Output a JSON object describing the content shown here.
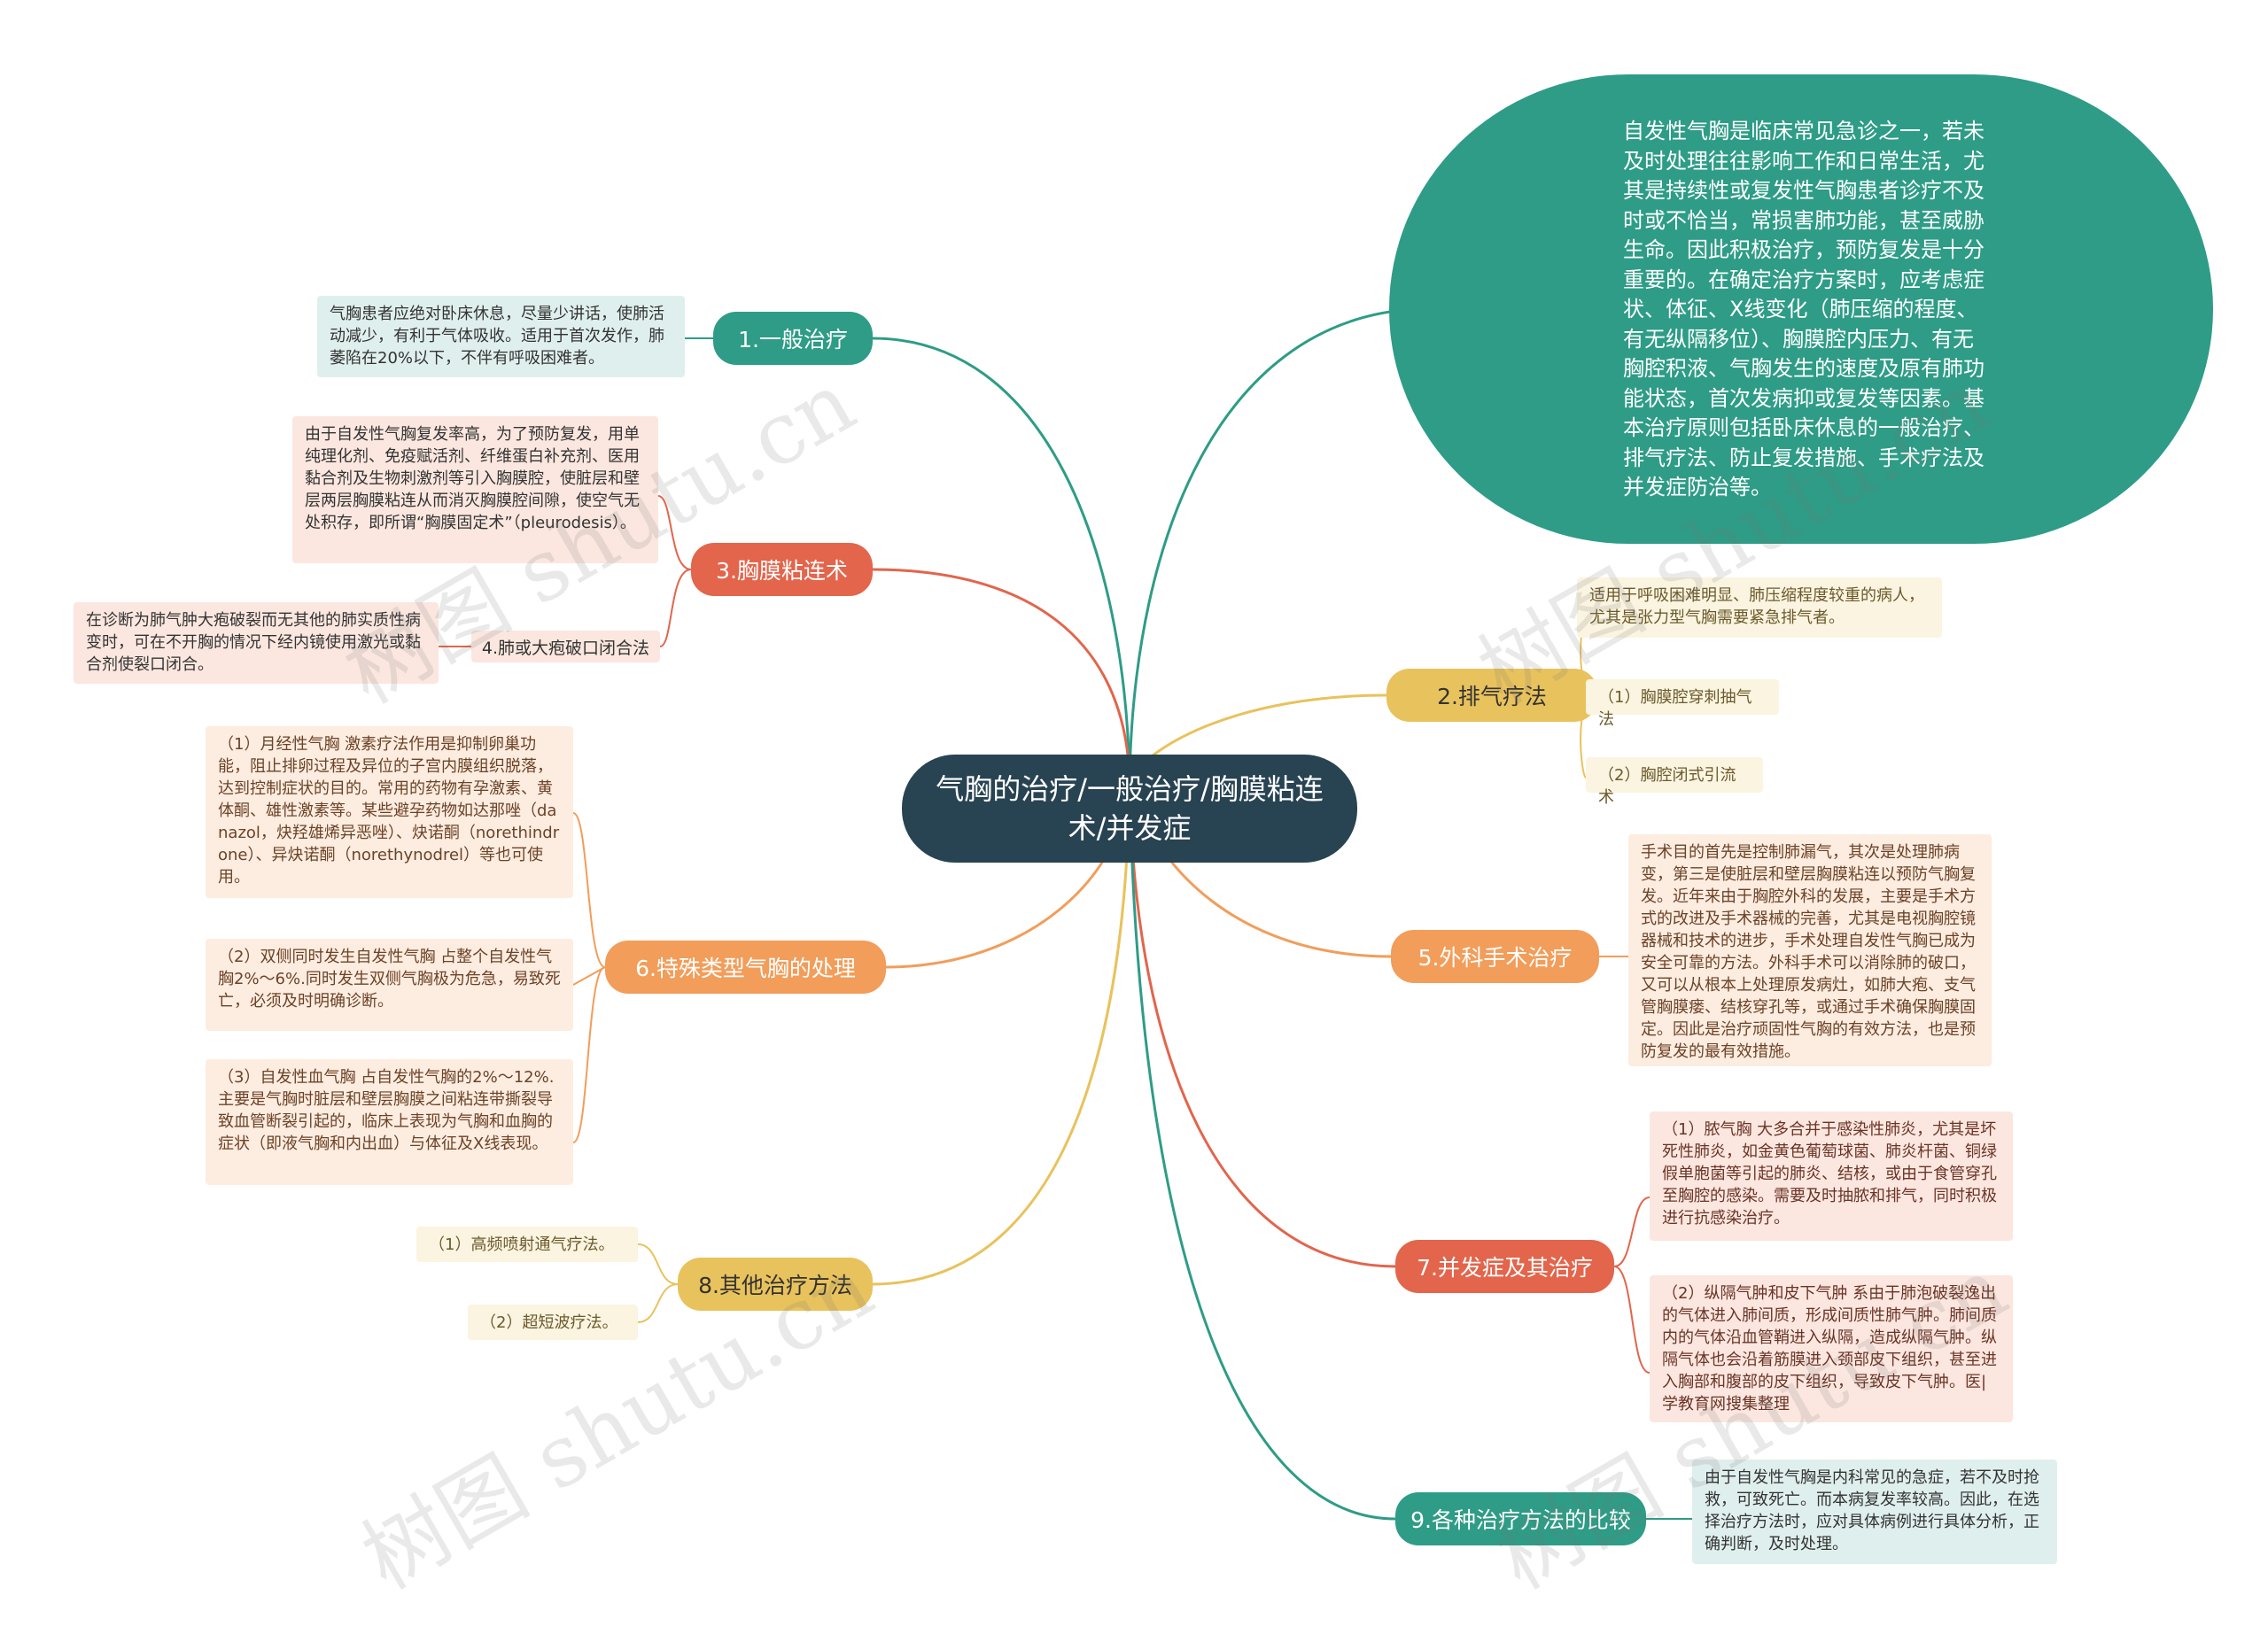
{
  "root": {
    "title": "气胸的治疗/一般治疗/胸膜粘连术/并发症"
  },
  "intro": {
    "text": "自发性气胸是临床常见急诊之一，若未及时处理往往影响工作和日常生活，尤其是持续性或复发性气胸患者诊疗不及时或不恰当，常损害肺功能，甚至威胁生命。因此积极治疗，预防复发是十分重要的。在确定治疗方案时，应考虑症状、体征、X线变化（肺压缩的程度、有无纵隔移位）、胸膜腔内压力、有无胸腔积液、气胸发生的速度及原有肺功能状态，首次发病抑或复发等因素。基本治疗原则包括卧床休息的一般治疗、排气疗法、防止复发措施、手术疗法及并发症防治等。"
  },
  "branches": {
    "b1": {
      "label": "1.一般治疗",
      "note": "气胸患者应绝对卧床休息，尽量少讲话，使肺活动减少，有利于气体吸收。适用于首次发作，肺萎陷在20%以下，不伴有呼吸困难者。"
    },
    "b2": {
      "label": "2.排气疗法",
      "note": "适用于呼吸困难明显、肺压缩程度较重的病人，尤其是张力型气胸需要紧急排气者。",
      "items": [
        "（1）胸膜腔穿刺抽气法",
        "（2）胸腔闭式引流术"
      ]
    },
    "b3": {
      "label": "3.胸膜粘连术",
      "note": "由于自发性气胸复发率高，为了预防复发，用单纯理化剂、免疫赋活剂、纤维蛋白补充剂、医用黏合剂及生物刺激剂等引入胸膜腔，使脏层和壁层两层胸膜粘连从而消灭胸膜腔间隙，使空气无处积存，即所谓“胸膜固定术”（pleurodesis）。"
    },
    "b4": {
      "label": "4.肺或大疱破口闭合法",
      "note": "在诊断为肺气肿大疱破裂而无其他的肺实质性病变时，可在不开胸的情况下经内镜使用激光或黏合剂使裂口闭合。"
    },
    "b5": {
      "label": "5.外科手术治疗",
      "note": "手术目的首先是控制肺漏气，其次是处理肺病变，第三是使脏层和壁层胸膜粘连以预防气胸复发。近年来由于胸腔外科的发展，主要是手术方式的改进及手术器械的完善，尤其是电视胸腔镜器械和技术的进步，手术处理自发性气胸已成为安全可靠的方法。外科手术可以消除肺的破口，又可以从根本上处理原发病灶，如肺大疱、支气管胸膜瘘、结核穿孔等，或通过手术确保胸膜固定。因此是治疗顽固性气胸的有效方法，也是预防复发的最有效措施。"
    },
    "b6": {
      "label": "6.特殊类型气胸的处理",
      "items": [
        "（1）月经性气胸 激素疗法作用是抑制卵巢功能，阻止排卵过程及异位的子宫内膜组织脱落，达到控制症状的目的。常用的药物有孕激素、黄体酮、雄性激素等。某些避孕药物如达那唑（danazol，炔羟雄烯异恶唑）、炔诺酮（norethindrone）、异炔诺酮（norethynodrel）等也可使用。",
        "（2）双侧同时发生自发性气胸 占整个自发性气胸2%～6%.同时发生双侧气胸极为危急，易致死亡，必须及时明确诊断。",
        "（3）自发性血气胸 占自发性气胸的2%～12%.主要是气胸时脏层和壁层胸膜之间粘连带撕裂导致血管断裂引起的，临床上表现为气胸和血胸的症状（即液气胸和内出血）与体征及X线表现。"
      ]
    },
    "b7": {
      "label": "7.并发症及其治疗",
      "items": [
        "（1）脓气胸 大多合并于感染性肺炎，尤其是坏死性肺炎，如金黄色葡萄球菌、肺炎杆菌、铜绿假单胞菌等引起的肺炎、结核，或由于食管穿孔至胸腔的感染。需要及时抽脓和排气，同时积极进行抗感染治疗。",
        "（2）纵隔气肿和皮下气肿 系由于肺泡破裂逸出的气体进入肺间质，形成间质性肺气肿。肺间质内的气体沿血管鞘进入纵隔，造成纵隔气肿。纵隔气体也会沿着筋膜进入颈部皮下组织，甚至进入胸部和腹部的皮下组织，导致皮下气肿。医|学教育网搜集整理"
      ]
    },
    "b8": {
      "label": "8.其他治疗方法",
      "items": [
        "（1）高频喷射通气疗法。",
        "（2）超短波疗法。"
      ]
    },
    "b9": {
      "label": "9.各种治疗方法的比较",
      "note": "由于自发性气胸是内科常见的急症，若不及时抢救，可致死亡。而本病复发率较高。因此，在选择治疗方法时，应对具体病例进行具体分析，正确判断，及时处理。"
    }
  },
  "watermark": "树图 shutu.cn",
  "colors": {
    "root": "#284352",
    "teal": "#2e9c86",
    "teal_note": "#dfefed",
    "yellow": "#e8c25c",
    "yellow_note": "#fbf4e1",
    "orange_red": "#e2654c",
    "red_note": "#fbe7df",
    "orange": "#f29d5a",
    "orange_note": "#fdece0"
  }
}
